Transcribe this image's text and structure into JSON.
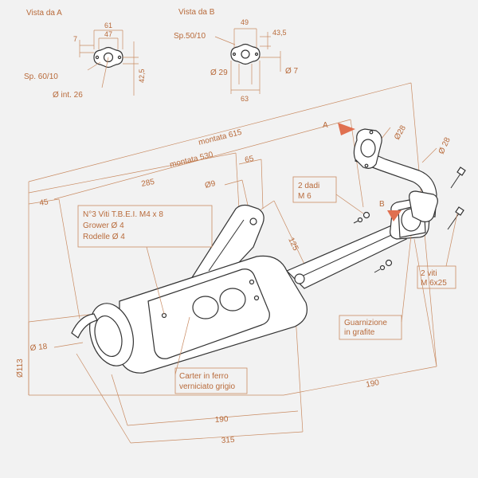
{
  "views": {
    "view_a": {
      "title": "Vista da A",
      "dims": {
        "d61": "61",
        "d47": "47",
        "d7": "7",
        "thickness": "Sp. 60/10",
        "inner": "Ø int. 26",
        "d42": "42,5"
      }
    },
    "view_b": {
      "title": "Vista da B",
      "dims": {
        "d49": "49",
        "thickness": "Sp.50/10",
        "d43": "43,5",
        "d29": "Ø 29",
        "d7": "Ø 7",
        "d63": "63"
      }
    }
  },
  "main_dims": {
    "montata615": "montata 615",
    "montata530": "montata 530",
    "d285": "285",
    "d45": "45",
    "d65": "65",
    "d9": "Ø9",
    "d125": "125",
    "d28a": "Ø28",
    "d28b": "Ø 28",
    "d18": "Ø 18",
    "d113": "Ø113",
    "d190a": "190",
    "d190b": "190",
    "d315": "315"
  },
  "markers": {
    "a": "A",
    "b": "B"
  },
  "notes": {
    "screws": [
      "N°3 Viti T.B.E.I. M4 x 8",
      "Grower Ø 4",
      "Rodelle Ø 4"
    ],
    "nuts": [
      "2 dadi",
      "M 6"
    ],
    "bolts": [
      "2 viti",
      "M 6x25"
    ],
    "gasket": [
      "Guarnizione",
      "in grafite"
    ],
    "casing": [
      "Carter in ferro",
      "verniciato grigio"
    ]
  },
  "colors": {
    "dimension": "#b86a3a",
    "background": "#f2f2f2",
    "outline": "#333333",
    "arrow": "#e07050"
  }
}
